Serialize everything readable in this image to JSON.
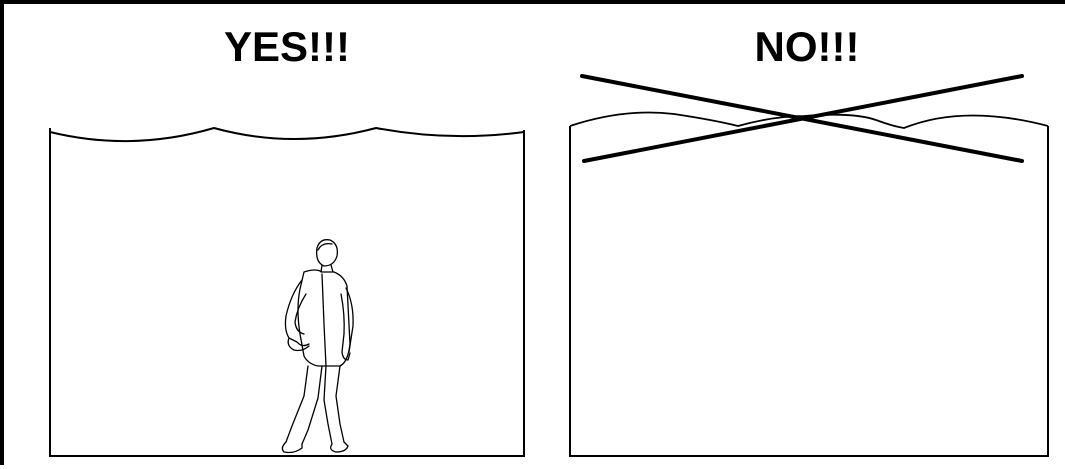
{
  "panels": [
    {
      "title": "YES!!!",
      "verdict": "correct"
    },
    {
      "title": "NO!!!",
      "verdict": "incorrect"
    }
  ],
  "colors": {
    "ink": "#000000",
    "background": "#ffffff"
  }
}
